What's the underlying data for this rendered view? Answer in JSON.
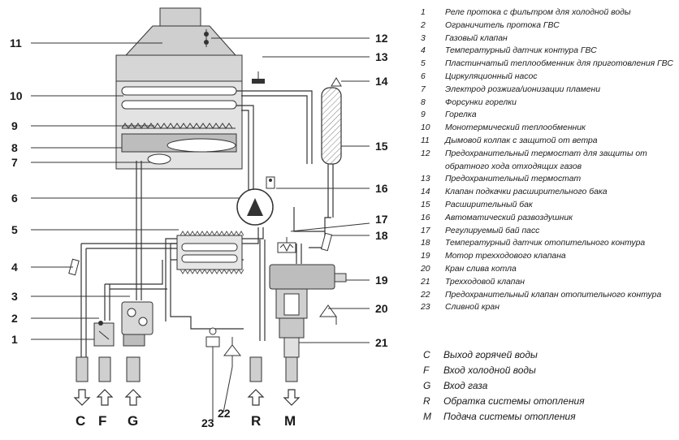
{
  "callouts": {
    "n1": "1",
    "n2": "2",
    "n3": "3",
    "n4": "4",
    "n5": "5",
    "n6": "6",
    "n7": "7",
    "n8": "8",
    "n9": "9",
    "n10": "10",
    "n11": "11",
    "n12": "12",
    "n13": "13",
    "n14": "14",
    "n15": "15",
    "n16": "16",
    "n17": "17",
    "n18": "18",
    "n19": "19",
    "n20": "20",
    "n21": "21",
    "n22": "22",
    "n23": "23"
  },
  "connections": {
    "c": "C",
    "f": "F",
    "g": "G",
    "r": "R",
    "m": "M"
  },
  "legend": [
    {
      "num": "1",
      "text": "Реле протока с фильтром для холодной воды"
    },
    {
      "num": "2",
      "text": "Ограничитель протока ГВС"
    },
    {
      "num": "3",
      "text": "Газовый клапан"
    },
    {
      "num": "4",
      "text": "Температурный датчик контура ГВС"
    },
    {
      "num": "5",
      "text": "Пластинчатый теплообменник для приготовления ГВС"
    },
    {
      "num": "6",
      "text": "Циркуляционный насос"
    },
    {
      "num": "7",
      "text": "Электрод розжига/ионизации пламени"
    },
    {
      "num": "8",
      "text": "Форсунки горелки"
    },
    {
      "num": "9",
      "text": "Горелка"
    },
    {
      "num": "10",
      "text": "Монотермический теплообменник"
    },
    {
      "num": "11",
      "text": "Дымовой колпак с защитой от ветра"
    },
    {
      "num": "12",
      "text": "Предохранительный термостат для защиты от обратного хода отходящих газов"
    },
    {
      "num": "13",
      "text": "Предохранительный термостат"
    },
    {
      "num": "14",
      "text": "Клапан подкачки расширительного бака"
    },
    {
      "num": "15",
      "text": "Расширительный бак"
    },
    {
      "num": "16",
      "text": "Автоматический развоздушник"
    },
    {
      "num": "17",
      "text": "Регулируемый бай пасс"
    },
    {
      "num": "18",
      "text": "Температурный датчик отопительного контура"
    },
    {
      "num": "19",
      "text": "Мотор трехходового клапана"
    },
    {
      "num": "20",
      "text": "Кран слива котла"
    },
    {
      "num": "21",
      "text": "Трехходовой клапан"
    },
    {
      "num": "22",
      "text": "Предохранительный клапан отопительного контура"
    },
    {
      "num": "23",
      "text": "Сливной кран"
    }
  ],
  "abbreviations": [
    {
      "code": "C",
      "text": "Выход горячей воды"
    },
    {
      "code": "F",
      "text": "Вход холодной воды"
    },
    {
      "code": "G",
      "text": "Вход газа"
    },
    {
      "code": "R",
      "text": "Обратка системы отопления"
    },
    {
      "code": "M",
      "text": "Подача системы отопления"
    }
  ]
}
